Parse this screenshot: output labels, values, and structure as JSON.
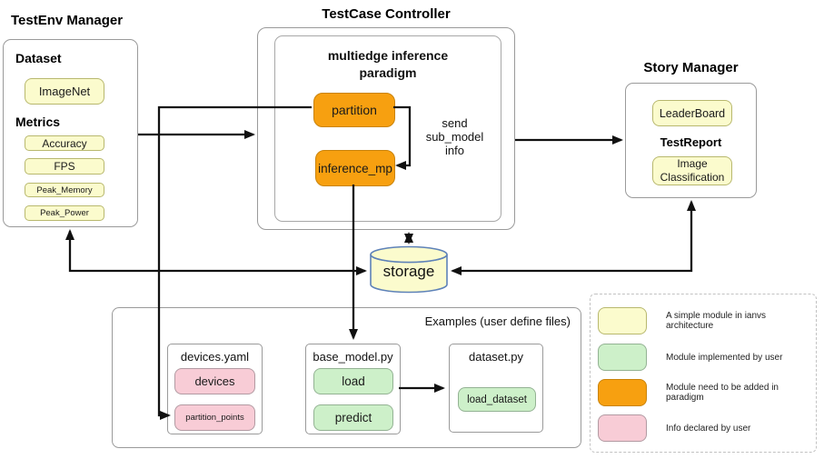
{
  "colors": {
    "yellow": "#fbfbcd",
    "yellow_border": "#b8b86e",
    "green": "#cdf0c9",
    "green_border": "#93b293",
    "orange": "#f7a010",
    "orange_border": "#c9830b",
    "pink": "#f8ccd6",
    "pink_border": "#b29aa2",
    "storage_border": "#5e82b8",
    "arrow": "#111111"
  },
  "testenv": {
    "title": "TestEnv Manager",
    "dataset_label": "Dataset",
    "dataset_item": "ImageNet",
    "metrics_label": "Metrics",
    "metrics": [
      "Accuracy",
      "FPS",
      "Peak_Memory",
      "Peak_Power"
    ]
  },
  "testcase": {
    "title": "TestCase Controller",
    "paradigm_title": "multiedge inference paradigm",
    "module_partition": "partition",
    "module_inference": "inference_mp",
    "note_lines": [
      "send",
      "sub_model",
      "info"
    ]
  },
  "story": {
    "title": "Story Manager",
    "leaderboard": "LeaderBoard",
    "testreport_label": "TestReport",
    "report_item": "Image Classification"
  },
  "storage": {
    "label": "storage"
  },
  "examples": {
    "title": "Examples (user define files)",
    "devices_file": {
      "name": "devices.yaml",
      "items": [
        "devices",
        "partition_points"
      ]
    },
    "base_model_file": {
      "name": "base_model.py",
      "items": [
        "load",
        "predict"
      ]
    },
    "dataset_file": {
      "name": "dataset.py",
      "items": [
        "load_dataset"
      ]
    }
  },
  "legend": {
    "items": [
      {
        "color": "yellow",
        "label": "A simple module in ianvs architecture"
      },
      {
        "color": "green",
        "label": "Module implemented by user"
      },
      {
        "color": "orange",
        "label": "Module need to be added in paradigm"
      },
      {
        "color": "pink",
        "label": "Info declared by user"
      }
    ]
  }
}
